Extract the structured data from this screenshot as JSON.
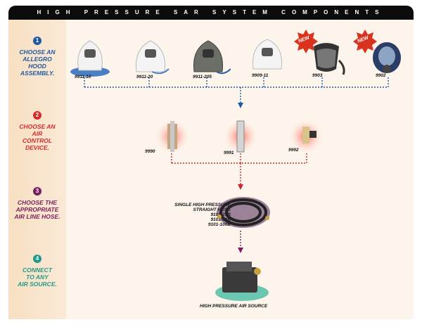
{
  "header": {
    "title": "HIGH PRESSURE SAR SYSTEM COMPONENTS"
  },
  "steps": [
    {
      "number": "1",
      "title_lines": [
        "CHOOSE AN",
        "ALLEGRO",
        "HOOD",
        "ASSEMBLY."
      ],
      "color": "#1d5aa6"
    },
    {
      "number": "2",
      "title_lines": [
        "CHOOSE AN",
        "AIR",
        "CONTROL",
        "DEVICE."
      ],
      "color": "#d62a2a"
    },
    {
      "number": "3",
      "title_lines": [
        "CHOOSE THE",
        "APPROPRIATE",
        "AIR LINE HOSE."
      ],
      "color": "#7b1e61"
    },
    {
      "number": "4",
      "title_lines": [
        "CONNECT",
        "TO ANY",
        "AIR SOURCE."
      ],
      "color": "#219b89"
    }
  ],
  "hoods": [
    {
      "model": "9911-10",
      "type": "hood-white-blue-shroud"
    },
    {
      "model": "9911-20",
      "type": "hood-white"
    },
    {
      "model": "9911-205",
      "type": "hood-gray"
    },
    {
      "model": "9909-11",
      "type": "hood-white-short"
    },
    {
      "model": "9903",
      "type": "face-shield",
      "badge": "NEW"
    },
    {
      "model": "9902",
      "type": "full-mask",
      "badge": "NEW"
    }
  ],
  "air_control": [
    {
      "model": "9990"
    },
    {
      "model": "9991"
    },
    {
      "model": "9992"
    }
  ],
  "hose": {
    "title_lines": [
      "SINGLE HIGH PRESSURE",
      "STRAIGHT HOSE"
    ],
    "models": [
      "9101-25B",
      "9101-50B",
      "9101-100B"
    ]
  },
  "air_source": {
    "label": "HIGH PRESSURE AIR SOURCE"
  },
  "colors": {
    "connector_blue": "#1d5aa6",
    "connector_red": "#c8262a",
    "connector_purple": "#7b1e61",
    "badge_red": "#d9331f"
  }
}
